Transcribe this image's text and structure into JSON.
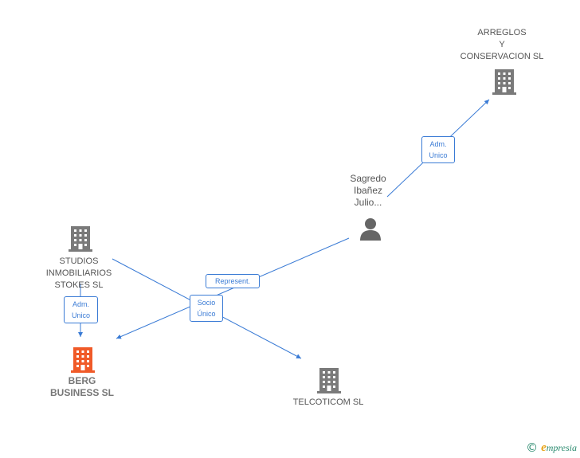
{
  "nodes": {
    "arreglos": {
      "lines": [
        "ARREGLOS",
        "Y",
        "CONSERVACION SL"
      ],
      "icon": "building-icon"
    },
    "sagredo": {
      "lines": [
        "Sagredo",
        "Ibañez",
        "Julio..."
      ],
      "icon": "person-icon"
    },
    "studios": {
      "lines": [
        "STUDIOS",
        "INMOBILIARIOS",
        "STOKES SL"
      ],
      "icon": "building-icon"
    },
    "berg": {
      "lines": [
        "BERG",
        "BUSINESS SL"
      ],
      "icon": "building-icon"
    },
    "telcoticom": {
      "lines": [
        "TELCOTICOM SL"
      ],
      "icon": "building-icon"
    }
  },
  "edges": {
    "adm_unico_top": {
      "lines": [
        "Adm.",
        "Unico"
      ]
    },
    "represent": {
      "lines": [
        "Represent."
      ]
    },
    "socio_unico": {
      "lines": [
        "Socio",
        "Único"
      ]
    },
    "adm_unico_left": {
      "lines": [
        "Adm.",
        "Unico"
      ]
    }
  },
  "brand": {
    "copyright": "©",
    "name_first": "e",
    "name_rest": "mpresia"
  },
  "colors": {
    "edge": "#3a7bd5",
    "company_icon": "#7a7a7a",
    "focus_icon": "#f05a28",
    "person_icon": "#666666",
    "brand": "#2a8a6e",
    "brand_accent": "#e8a317"
  }
}
